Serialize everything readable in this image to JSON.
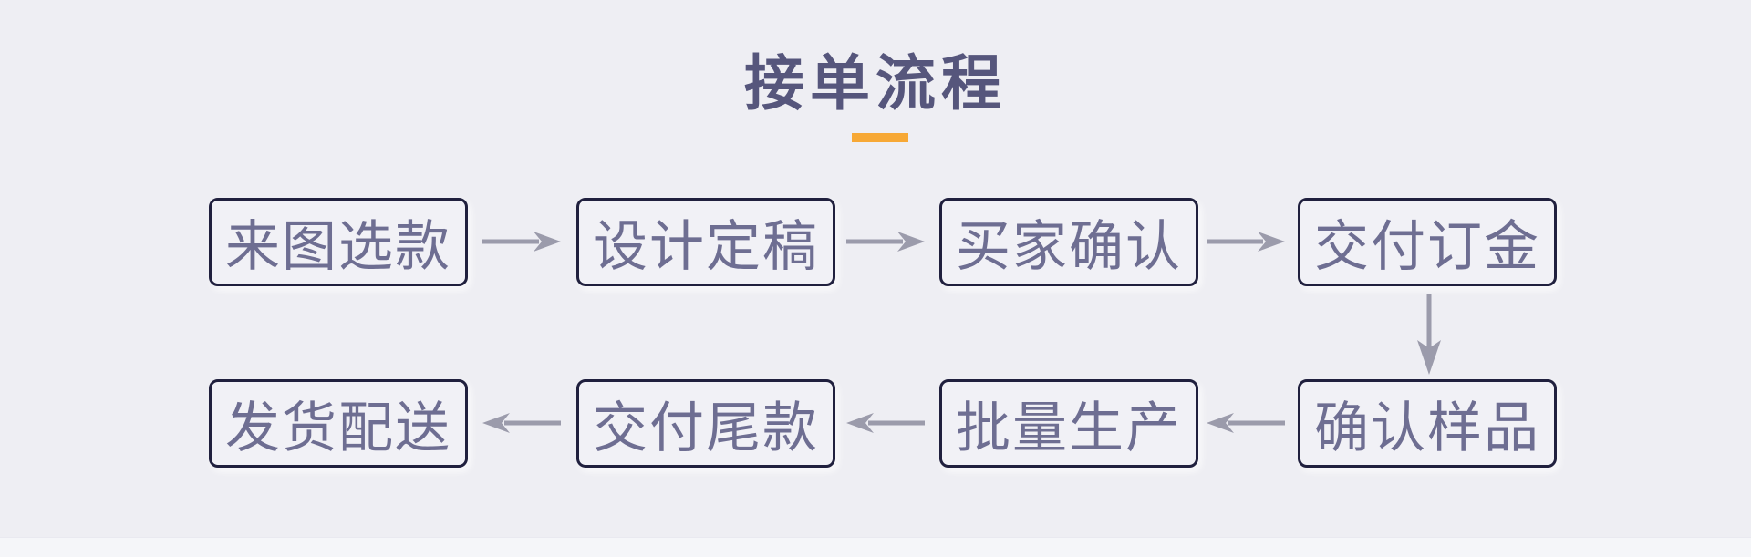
{
  "header": {
    "title": "接单流程"
  },
  "flow": {
    "row1": {
      "arrow_direction": "right",
      "boxes": [
        "来图选款",
        "设计定稿",
        "买家确认",
        "交付订金"
      ]
    },
    "row2": {
      "arrow_direction": "left",
      "boxes": [
        "发货配送",
        "交付尾款",
        "批量生产",
        "确认样品"
      ]
    },
    "connector_between_rows": "down-arrow from 交付订金 to 确认样品",
    "process_order": [
      "来图选款",
      "设计定稿",
      "买家确认",
      "交付订金",
      "确认样品",
      "批量生产",
      "交付尾款",
      "发货配送"
    ]
  },
  "colors": {
    "background": "#EEEEF3",
    "bottom_strip": "#F5F6F9",
    "box_border": "#20203E",
    "box_fill": "#F1F1F6",
    "box_text": "#6E6E92",
    "title_text": "#56567C",
    "arrow": "#9B9BAB",
    "accent_orange": "#F7A835"
  }
}
